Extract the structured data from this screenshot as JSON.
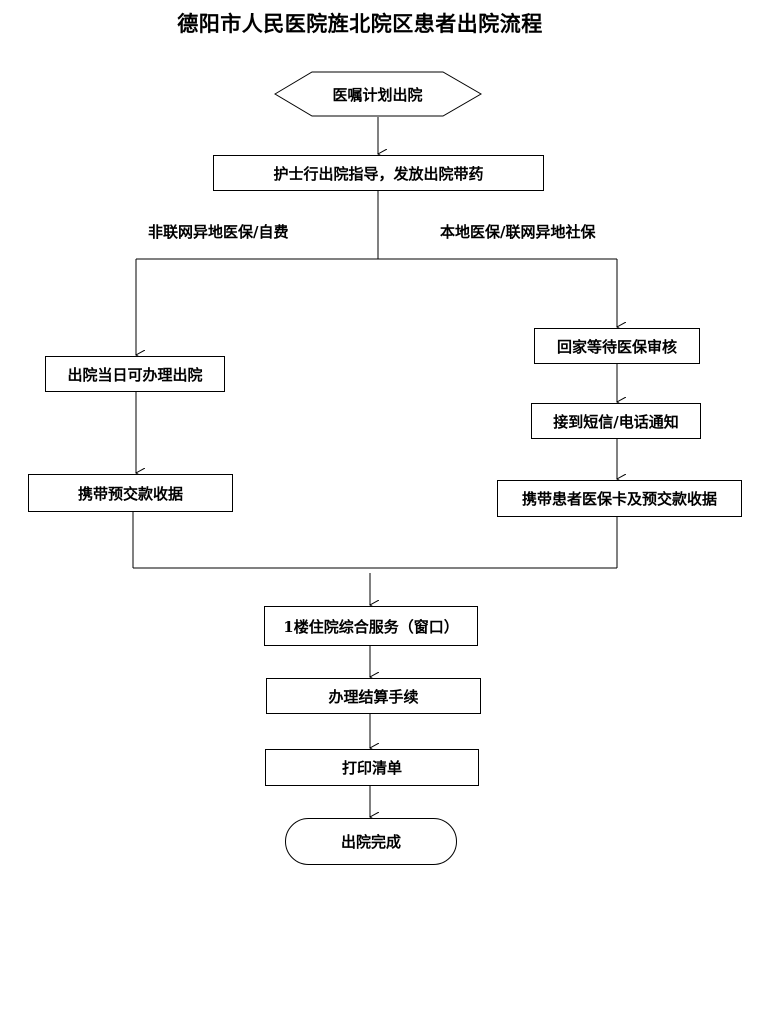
{
  "title": "德阳市人民医院旌北院区患者出院流程",
  "steps": {
    "start": "医嘱计划出院",
    "guidance": "护士行出院指导，发放出院带药",
    "left_branch_label": "非联网异地医保/自费",
    "right_branch_label": "本地医保/联网异地社保",
    "left_1": "出院当日可办理出院",
    "left_2": "携带预交款收据",
    "right_1": "回家等待医保审核",
    "right_2": "接到短信/电话通知",
    "right_3": "携带患者医保卡及预交款收据",
    "service": "1楼住院综合服务（窗口）",
    "settle": "办理结算手续",
    "print": "打印清单",
    "done": "出院完成"
  }
}
